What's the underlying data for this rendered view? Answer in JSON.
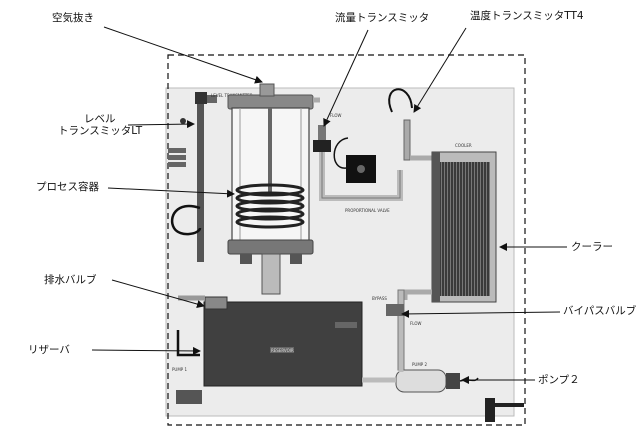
{
  "labels": {
    "air_vent": "空気抜き",
    "flow_transmitter": "流量トランスミッタ",
    "temp_transmitter": "温度トランスミッタTT4",
    "level_transmitter_line1": "レベル",
    "level_transmitter_line2": "トランスミッタLT",
    "process_vessel": "プロセス容器",
    "cooler": "クーラー",
    "drain_valve": "排水バルブ",
    "bypass_valve": "バイパスバルブ",
    "reservoir": "リザーバ",
    "pump2": "ポンプ２"
  },
  "panel_text": {
    "level_transmitter": "LEVEL TRANSMITTER",
    "flow": "FLOW",
    "cooler": "COOLER",
    "proportional_valve": "PROPORTIONAL VALVE",
    "bypass": "BYPASS",
    "reservoir": "RESERVOIR",
    "pump2": "PUMP 2",
    "pump1": "PUMP 1"
  }
}
